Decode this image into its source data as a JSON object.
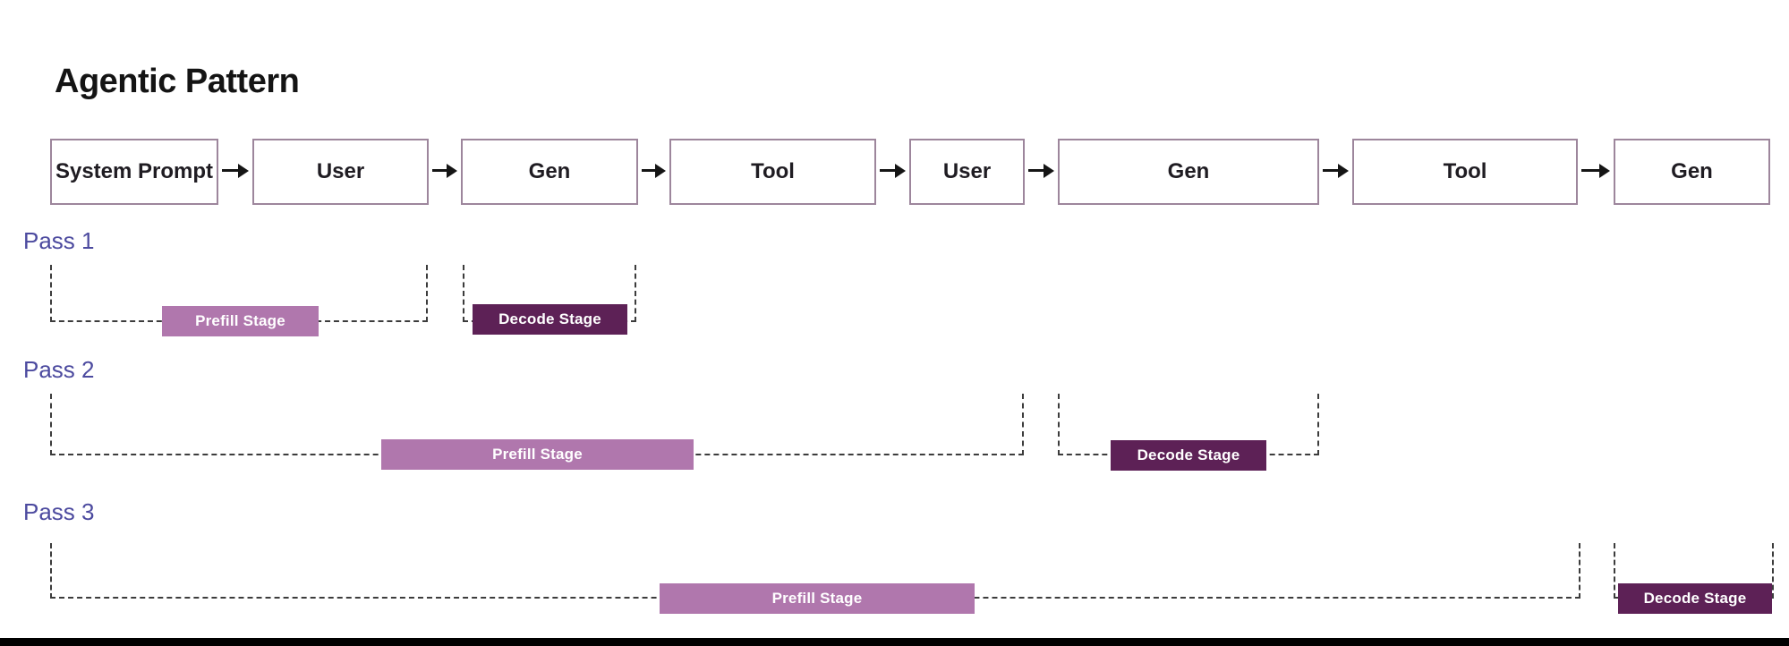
{
  "title": "Agentic Pattern",
  "colors": {
    "prefill": "#b077ad",
    "decode": "#5d2156",
    "pass_label": "#4c4a9f",
    "box_border": "#9d869c",
    "dash": "#3c3c3c",
    "ink": "#151515",
    "title": "#141414"
  },
  "flow": {
    "boxes": [
      {
        "label": "System Prompt"
      },
      {
        "label": "User"
      },
      {
        "label": "Gen"
      },
      {
        "label": "Tool"
      },
      {
        "label": "User"
      },
      {
        "label": "Gen"
      },
      {
        "label": "Tool"
      },
      {
        "label": "Gen"
      }
    ]
  },
  "passes": [
    {
      "label": "Pass 1",
      "prefill": {
        "label": "Prefill Stage"
      },
      "decode": {
        "label": "Decode Stage"
      }
    },
    {
      "label": "Pass 2",
      "prefill": {
        "label": "Prefill Stage"
      },
      "decode": {
        "label": "Decode Stage"
      }
    },
    {
      "label": "Pass 3",
      "prefill": {
        "label": "Prefill Stage"
      },
      "decode": {
        "label": "Decode Stage"
      }
    }
  ]
}
